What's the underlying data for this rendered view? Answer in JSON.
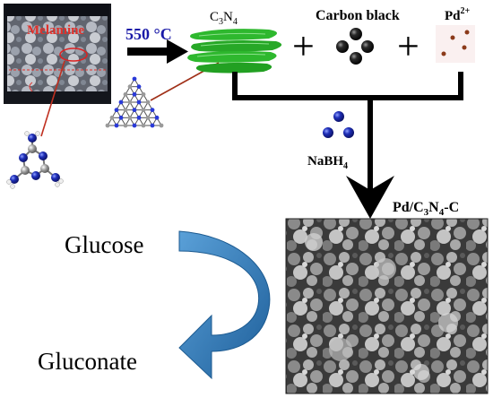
{
  "labels": {
    "melamine": "Melamine",
    "temperature": "550 °C",
    "c3n4": {
      "c": "C",
      "sub1": "3",
      "n": "N",
      "sub2": "4"
    },
    "carbon_black": "Carbon black",
    "pd_ion": {
      "base": "Pd",
      "sup": "2+"
    },
    "nabh4": {
      "pre": "NaBH",
      "sub": "4"
    },
    "product": {
      "a": "Pd/C",
      "sub1": "3",
      "b": "N",
      "sub2": "4",
      "c": "-C"
    },
    "glucose": "Glucose",
    "gluconate": "Gluconate",
    "plus_1": "+",
    "plus_2": "+"
  },
  "colors": {
    "c3n4_sheet": "#2eb82e",
    "melamine_text": "#e0302a",
    "temperature_text": "#1a1aa8",
    "nabh4_ball": "#1f2fb8",
    "pd_dot": "#8b3a1a",
    "curved_arrow": "#2a78b8",
    "carbon_ball": "#111111",
    "atom_n": "#2a3ad8",
    "atom_c": "#9a9a9a"
  },
  "icons": {
    "melamine_photo": "melamine-powder-photo-icon",
    "melamine_molecule": "melamine-molecule-icon",
    "c3n4_structure": "triangular-c3n4-structure-icon",
    "sem_image": "sem-micrograph-icon"
  }
}
